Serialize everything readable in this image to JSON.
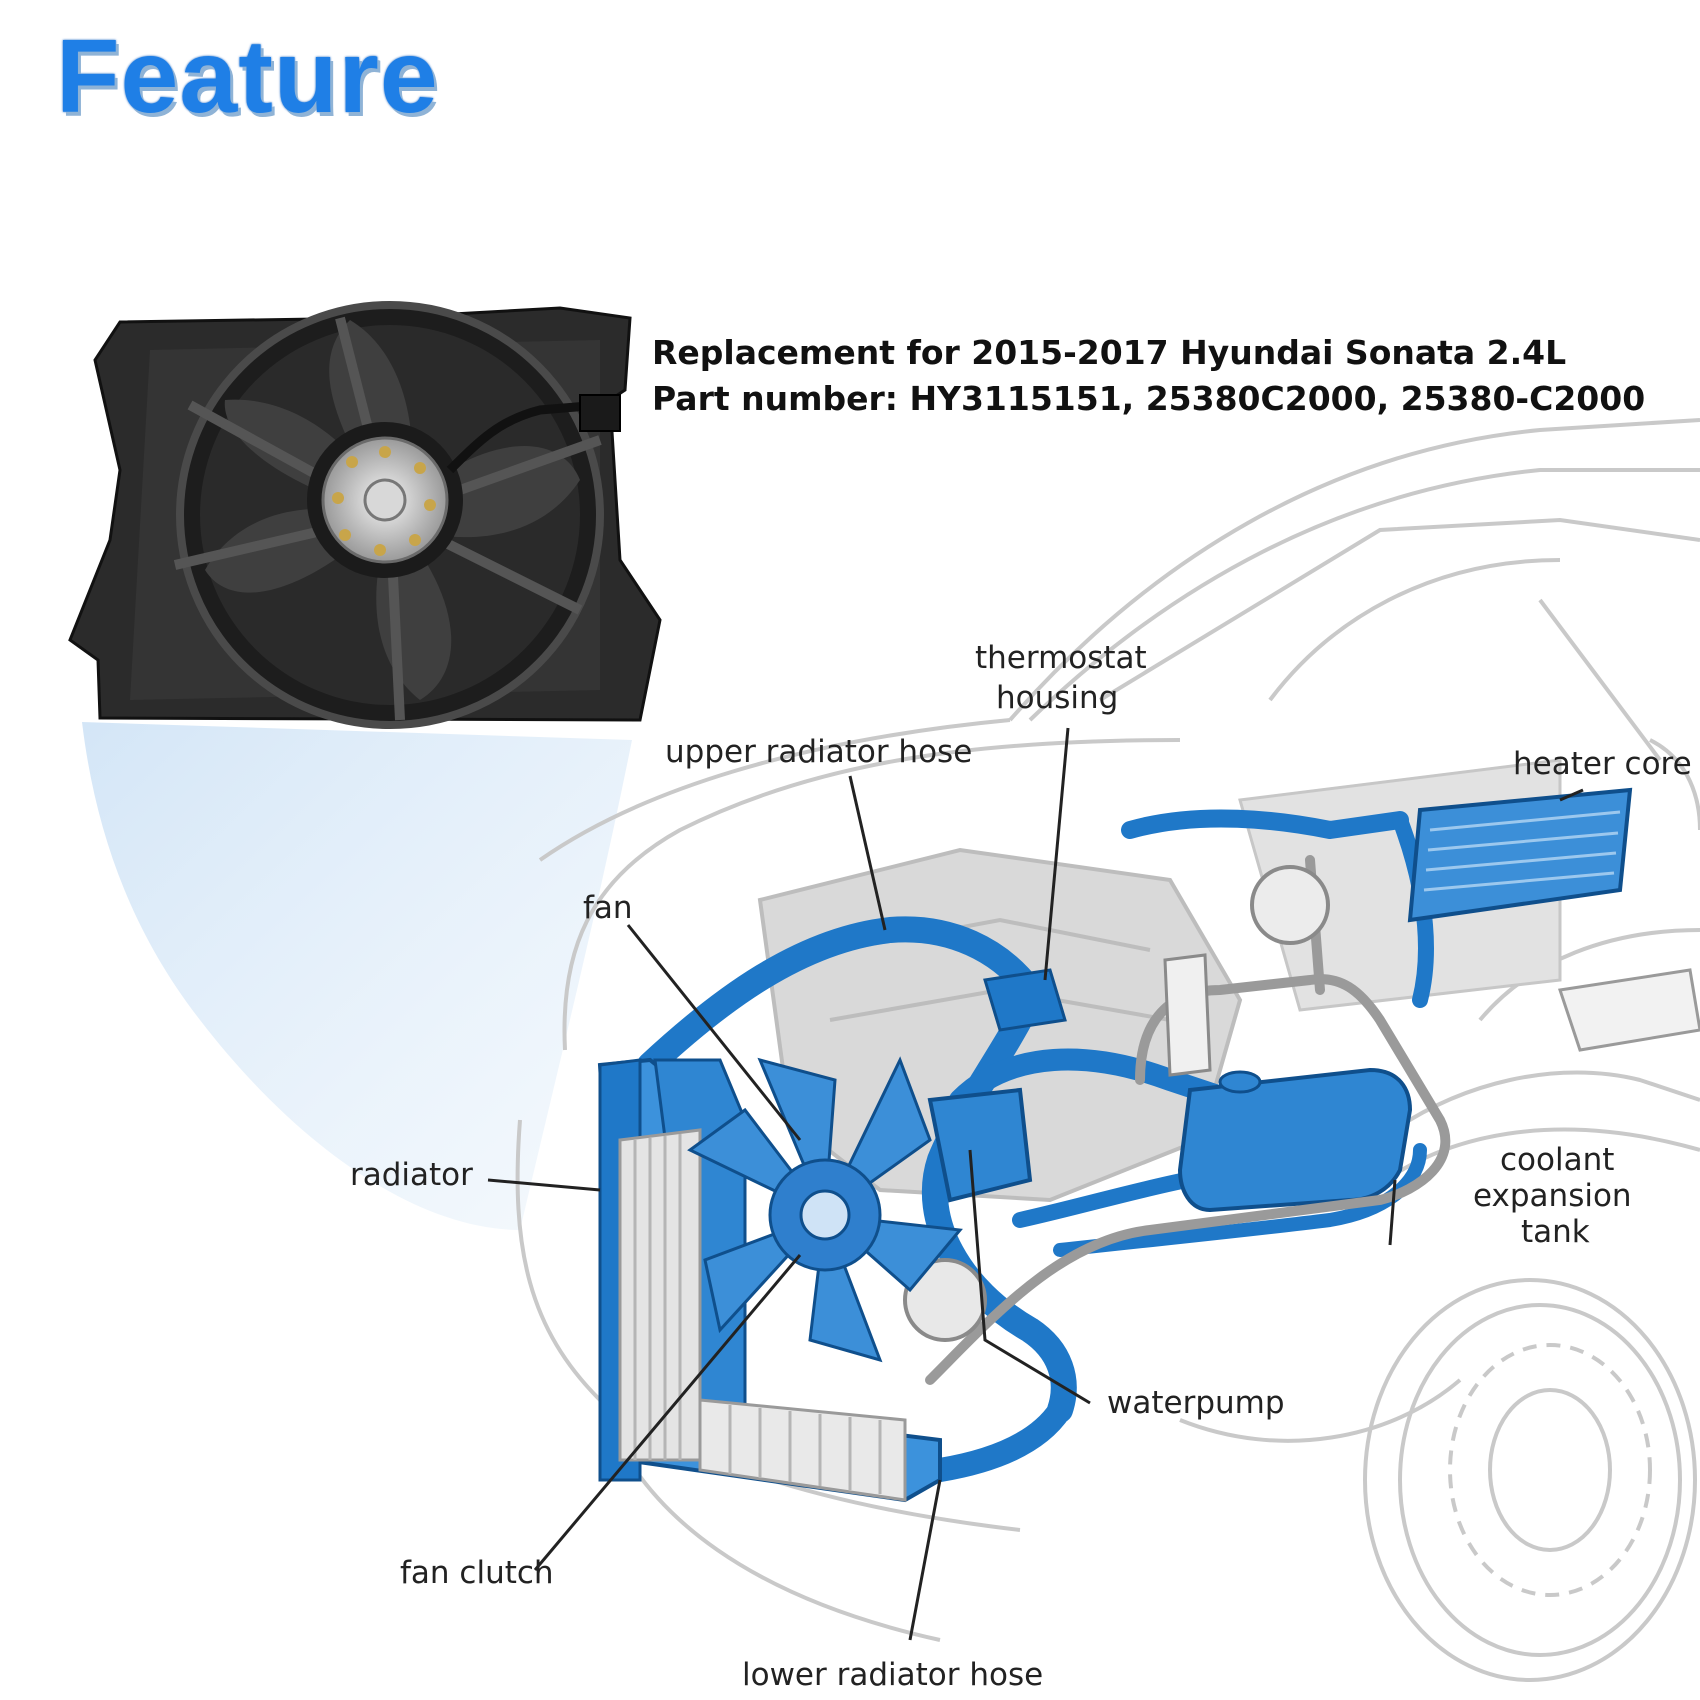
{
  "heading": "Feature",
  "info": {
    "line1": "Replacement for 2015-2017 Hyundai Sonata 2.4L",
    "line2": "Part number: HY3115151, 25380C2000, 25380-C2000"
  },
  "labels": {
    "thermostat_1": "thermostat",
    "thermostat_2": "housing",
    "upper_hose": "upper radiator hose",
    "heater_core": "heater core",
    "fan": "fan",
    "radiator": "radiator",
    "coolant_1": "coolant",
    "coolant_2": "expansion",
    "coolant_3": "tank",
    "waterpump": "waterpump",
    "fan_clutch": "fan clutch",
    "lower_hose": "lower radiator hose"
  },
  "colors": {
    "heading": "#1f7fe6",
    "highlight_blue": "#1f78c8",
    "light_blue": "#cfe3f6"
  },
  "icons": [
    "radiator-fan-assembly-image",
    "engine-cooling-system-diagram"
  ]
}
